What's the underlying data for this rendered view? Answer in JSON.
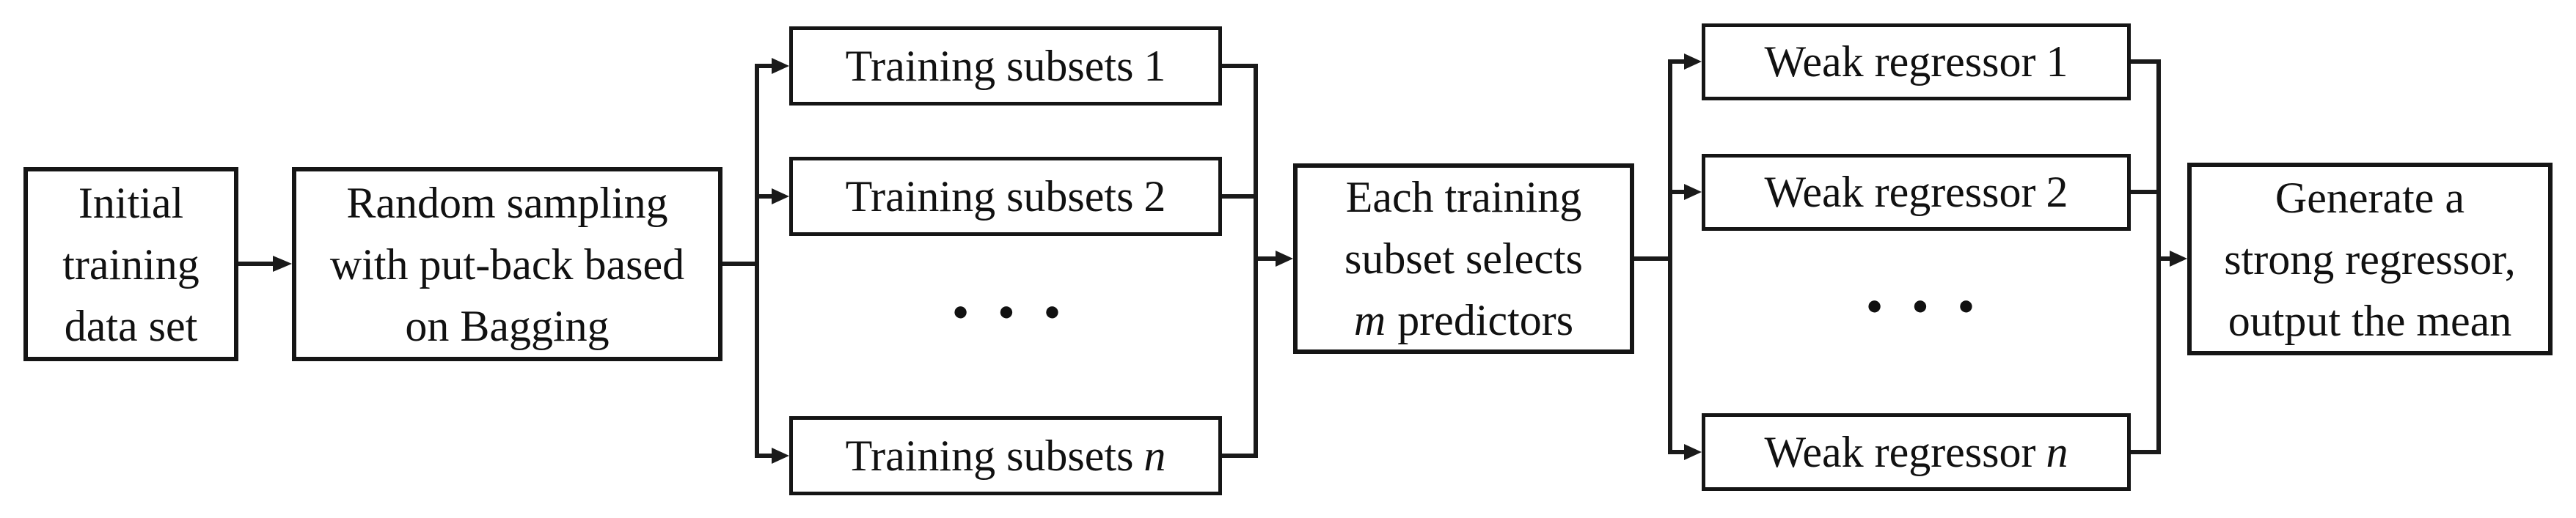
{
  "diagram": {
    "nodes": {
      "initial": {
        "lines": [
          "Initial",
          "training",
          "data set"
        ]
      },
      "sampling": {
        "lines": [
          "Random sampling",
          "with put-back based",
          "on Bagging"
        ]
      },
      "subset1": {
        "label": "Training subsets",
        "index": "1"
      },
      "subset2": {
        "label": "Training subsets",
        "index": "2"
      },
      "subsetn": {
        "label": "Training subsets",
        "index": "n"
      },
      "predictors": {
        "line1": "Each training",
        "line2": "subset selects",
        "line3_italic": "m",
        "line3_rest": "predictors"
      },
      "weak1": {
        "label": "Weak regressor",
        "index": "1"
      },
      "weak2": {
        "label": "Weak regressor",
        "index": "2"
      },
      "weakn": {
        "label": "Weak regressor",
        "index": "n"
      },
      "output": {
        "lines": [
          "Generate a",
          "strong regressor,",
          "output the mean"
        ]
      },
      "ellipsis_left": "● ● ●",
      "ellipsis_right": "● ● ●"
    },
    "colors": {
      "line": "#1a1a1a",
      "text": "#111111",
      "box_border": "#151515",
      "background": "#ffffff"
    }
  }
}
